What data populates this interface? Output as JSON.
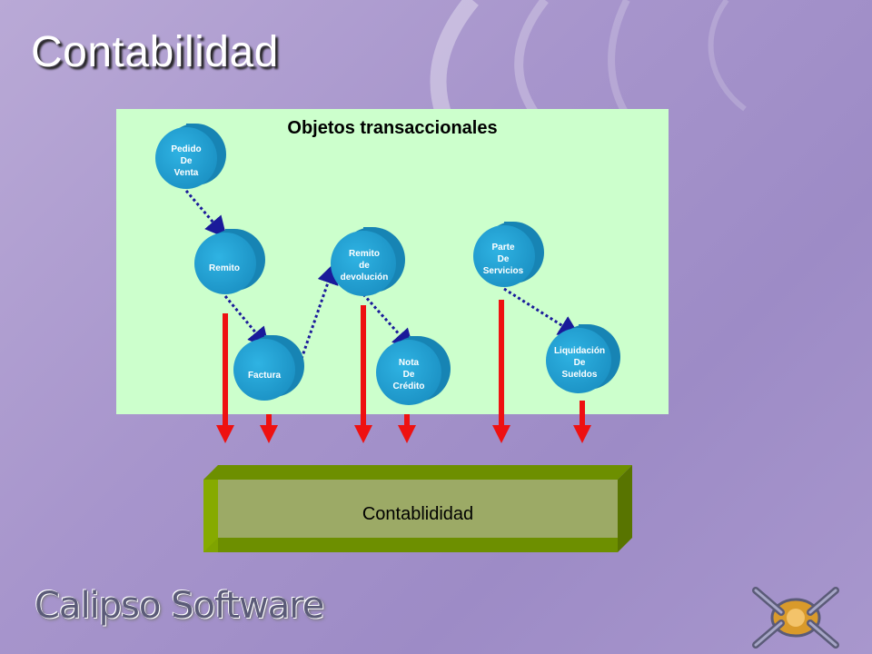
{
  "slide": {
    "title": "Contabilidad",
    "brand": "Calipso Software"
  },
  "diagram": {
    "panel_title": "Objetos transaccionales",
    "nodes": [
      {
        "id": "pedido",
        "label": "Pedido\nDe\nVenta"
      },
      {
        "id": "remito",
        "label": "Remito"
      },
      {
        "id": "remito_dev",
        "label": "Remito\nde\ndevolución"
      },
      {
        "id": "parte",
        "label": "Parte\nDe\nServicios"
      },
      {
        "id": "factura",
        "label": "Factura"
      },
      {
        "id": "nota",
        "label": "Nota\nDe\nCrédito"
      },
      {
        "id": "liquidacion",
        "label": "Liquidación\nDe\nSueldos"
      }
    ],
    "connections": [
      {
        "from": "pedido",
        "to": "remito"
      },
      {
        "from": "remito",
        "to": "factura"
      },
      {
        "from": "factura",
        "to": "remito_dev"
      },
      {
        "from": "remito_dev",
        "to": "nota"
      },
      {
        "from": "parte",
        "to": "liquidacion"
      }
    ],
    "target_box_label": "Contablididad"
  },
  "colors": {
    "panel": "#ccffcc",
    "cylinder": "#1f9fd0",
    "connector": "#1a1a9a",
    "arrow": "#ee1111",
    "box": "#6d8f00",
    "box_face": "#9caa66"
  }
}
